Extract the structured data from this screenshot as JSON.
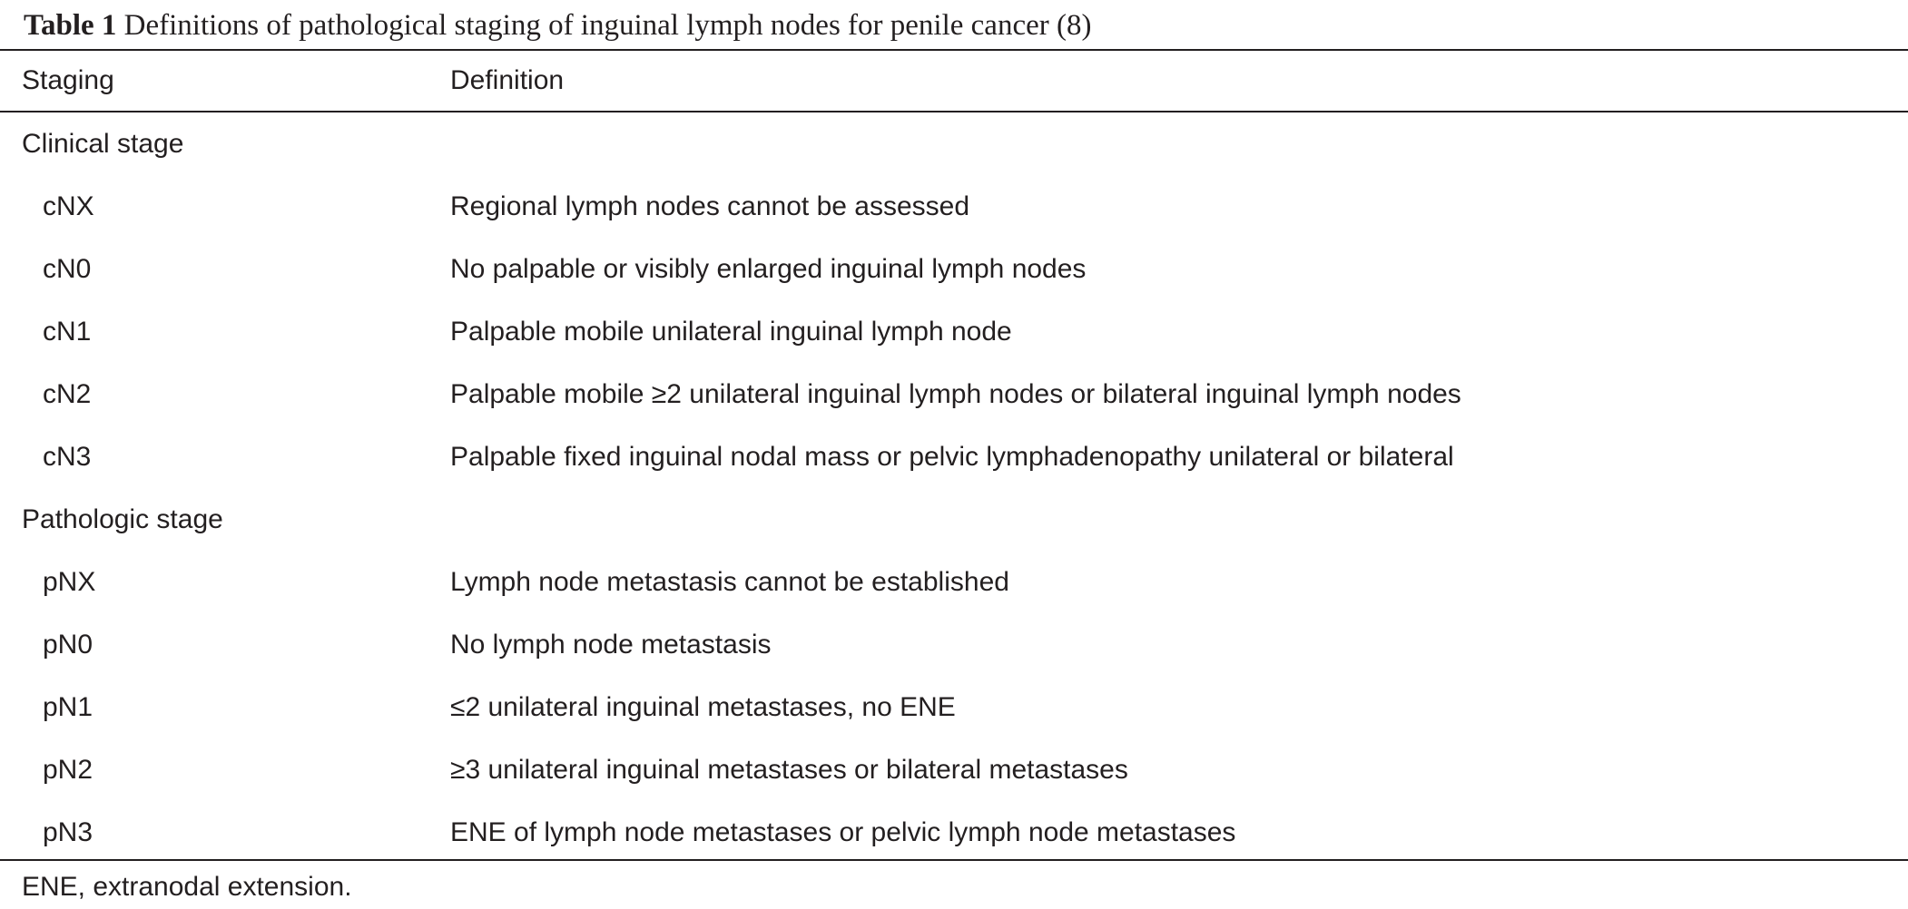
{
  "caption": {
    "label": "Table 1",
    "text": "Definitions of pathological staging of inguinal lymph nodes for penile cancer (8)"
  },
  "table": {
    "headers": {
      "staging": "Staging",
      "definition": "Definition"
    },
    "sections": [
      {
        "title": "Clinical stage",
        "rows": [
          {
            "stage": "cNX",
            "definition": "Regional lymph nodes cannot be assessed"
          },
          {
            "stage": "cN0",
            "definition": "No palpable or visibly enlarged inguinal lymph nodes"
          },
          {
            "stage": "cN1",
            "definition": "Palpable mobile unilateral inguinal lymph node"
          },
          {
            "stage": "cN2",
            "definition": "Palpable mobile ≥2 unilateral inguinal lymph nodes or bilateral inguinal lymph nodes"
          },
          {
            "stage": "cN3",
            "definition": "Palpable fixed inguinal nodal mass or pelvic lymphadenopathy unilateral or bilateral"
          }
        ]
      },
      {
        "title": "Pathologic stage",
        "rows": [
          {
            "stage": "pNX",
            "definition": "Lymph node metastasis cannot be established"
          },
          {
            "stage": "pN0",
            "definition": "No lymph node metastasis"
          },
          {
            "stage": "pN1",
            "definition": "≤2 unilateral inguinal metastases, no ENE"
          },
          {
            "stage": "pN2",
            "definition": "≥3 unilateral inguinal metastases or bilateral metastases"
          },
          {
            "stage": "pN3",
            "definition": "ENE of lymph node metastases or pelvic lymph node metastases"
          }
        ]
      }
    ]
  },
  "footnote": "ENE, extranodal extension."
}
